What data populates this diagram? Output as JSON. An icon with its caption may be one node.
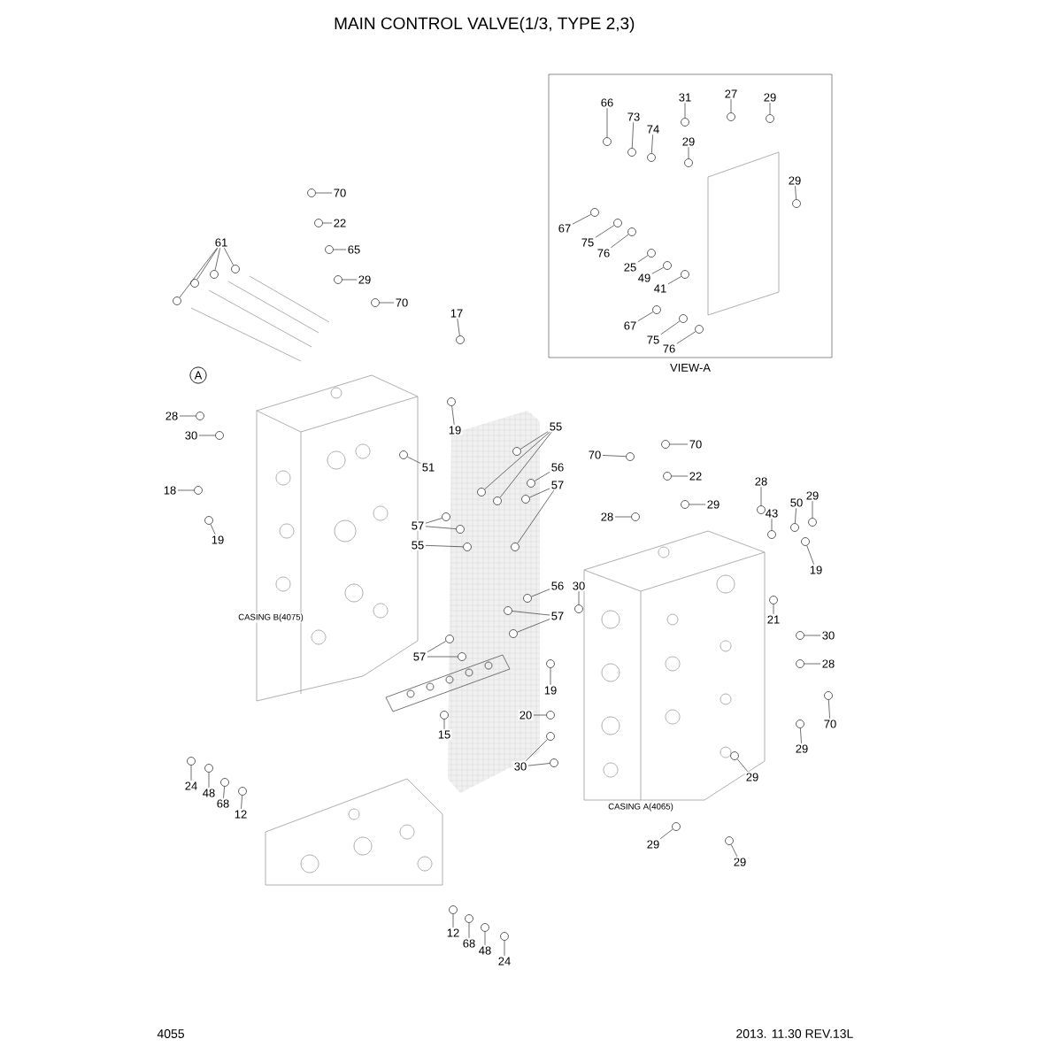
{
  "diagram": {
    "title": "MAIN CONTROL VALVE(1/3, TYPE 2,3)",
    "nodes": [
      {
        "text": [
          "VIEW-A"
        ]
      },
      {
        "text": [
          "66"
        ],
        "in": 0
      },
      {
        "text": [
          "73"
        ],
        "in": 0
      },
      {
        "text": [
          "74"
        ],
        "in": 0
      },
      {
        "text": [
          "31"
        ],
        "in": 0
      },
      {
        "text": [
          "27"
        ],
        "in": 0
      },
      {
        "text": [
          "29"
        ],
        "in": 0
      },
      {
        "text": [
          "29"
        ],
        "in": 0
      },
      {
        "text": [
          "29"
        ],
        "in": 0
      },
      {
        "text": [
          "67"
        ],
        "in": 0
      },
      {
        "text": [
          "75"
        ],
        "in": 0
      },
      {
        "text": [
          "76"
        ],
        "in": 0
      },
      {
        "text": [
          "25"
        ],
        "in": 0
      },
      {
        "text": [
          "49"
        ],
        "in": 0
      },
      {
        "text": [
          "41"
        ],
        "in": 0
      },
      {
        "text": [
          "67"
        ],
        "in": 0
      },
      {
        "text": [
          "75"
        ],
        "in": 0
      },
      {
        "text": [
          "76"
        ],
        "in": 0
      },
      {
        "text": [
          "70"
        ]
      },
      {
        "text": [
          "22"
        ]
      },
      {
        "text": [
          "65"
        ]
      },
      {
        "text": [
          "29"
        ]
      },
      {
        "text": [
          "61"
        ]
      },
      {
        "text": [
          "70"
        ]
      },
      {
        "text": [
          "17"
        ]
      },
      {
        "text": [
          "A"
        ]
      },
      {
        "text": [
          "28"
        ]
      },
      {
        "text": [
          "30"
        ]
      },
      {
        "text": [
          "19"
        ]
      },
      {
        "text": [
          "51"
        ]
      },
      {
        "text": [
          "18"
        ]
      },
      {
        "text": [
          "19"
        ]
      },
      {
        "text": [
          "55"
        ]
      },
      {
        "text": [
          "56"
        ]
      },
      {
        "text": [
          "57"
        ]
      },
      {
        "text": [
          "57"
        ]
      },
      {
        "text": [
          "55"
        ]
      },
      {
        "text": [
          "56"
        ]
      },
      {
        "text": [
          "57"
        ]
      },
      {
        "text": [
          "57"
        ]
      },
      {
        "text": [
          "15"
        ]
      },
      {
        "text": [
          "70"
        ]
      },
      {
        "text": [
          "70"
        ]
      },
      {
        "text": [
          "22"
        ]
      },
      {
        "text": [
          "28"
        ]
      },
      {
        "text": [
          "29"
        ]
      },
      {
        "text": [
          "28"
        ]
      },
      {
        "text": [
          "43"
        ]
      },
      {
        "text": [
          "50"
        ]
      },
      {
        "text": [
          "29"
        ]
      },
      {
        "text": [
          "19"
        ]
      },
      {
        "text": [
          "30"
        ]
      },
      {
        "text": [
          "21"
        ]
      },
      {
        "text": [
          "30"
        ]
      },
      {
        "text": [
          "28"
        ]
      },
      {
        "text": [
          "19"
        ]
      },
      {
        "text": [
          "20"
        ]
      },
      {
        "text": [
          "70"
        ]
      },
      {
        "text": [
          "29"
        ]
      },
      {
        "text": [
          "30"
        ]
      },
      {
        "text": [
          "29"
        ]
      },
      {
        "text": [
          "29"
        ]
      },
      {
        "text": [
          "29"
        ]
      },
      {
        "text": [
          "24"
        ]
      },
      {
        "text": [
          "48"
        ]
      },
      {
        "text": [
          "68"
        ]
      },
      {
        "text": [
          "12"
        ]
      },
      {
        "text": [
          "12"
        ]
      },
      {
        "text": [
          "68"
        ]
      },
      {
        "text": [
          "48"
        ]
      },
      {
        "text": [
          "24"
        ]
      },
      {
        "text": [],
        "shape": "circle",
        "in": 0
      },
      {
        "text": [],
        "shape": "circle",
        "in": 0
      },
      {
        "text": [],
        "shape": "circle",
        "in": 0
      },
      {
        "text": [],
        "shape": "circle",
        "in": 0
      },
      {
        "text": [],
        "shape": "circle",
        "in": 0
      },
      {
        "text": [],
        "shape": "circle",
        "in": 0
      },
      {
        "text": [],
        "shape": "circle",
        "in": 0
      },
      {
        "text": [],
        "shape": "circle",
        "in": 0
      },
      {
        "text": [],
        "shape": "circle",
        "in": 0
      },
      {
        "text": [],
        "shape": "circle",
        "in": 0
      },
      {
        "text": [],
        "shape": "circle",
        "in": 0
      },
      {
        "text": [],
        "shape": "circle",
        "in": 0
      },
      {
        "text": [],
        "shape": "circle",
        "in": 0
      },
      {
        "text": [],
        "shape": "circle",
        "in": 0
      },
      {
        "text": [],
        "shape": "circle",
        "in": 0
      },
      {
        "text": [],
        "shape": "circle",
        "in": 0
      },
      {
        "text": [],
        "shape": "circle",
        "in": 0
      },
      {
        "text": [],
        "shape": "circle"
      },
      {
        "text": [],
        "shape": "circle"
      },
      {
        "text": [],
        "shape": "circle"
      },
      {
        "text": [],
        "shape": "circle"
      },
      {
        "text": [],
        "shape": "circle"
      },
      {
        "text": [],
        "shape": "circle"
      },
      {
        "text": [],
        "shape": "circle"
      },
      {
        "text": [],
        "shape": "circle"
      },
      {
        "text": [],
        "shape": "circle"
      },
      {
        "text": [],
        "shape": "circle"
      },
      {
        "text": [],
        "shape": "circle"
      },
      {
        "text": [],
        "shape": "circle"
      },
      {
        "text": [],
        "shape": "circle"
      },
      {
        "text": [],
        "shape": "circle"
      },
      {
        "text": [],
        "shape": "circle"
      },
      {
        "text": [],
        "shape": "circle"
      },
      {
        "text": [],
        "shape": "circle"
      },
      {
        "text": [],
        "shape": "circle"
      },
      {
        "text": [],
        "shape": "circle"
      },
      {
        "text": [],
        "shape": "circle"
      },
      {
        "text": [],
        "shape": "circle"
      },
      {
        "text": [],
        "shape": "circle"
      },
      {
        "text": [],
        "shape": "circle"
      },
      {
        "text": [],
        "shape": "circle"
      },
      {
        "text": [],
        "shape": "circle"
      },
      {
        "text": [],
        "shape": "circle"
      },
      {
        "text": [],
        "shape": "circle"
      },
      {
        "text": [],
        "shape": "circle"
      },
      {
        "text": [],
        "shape": "circle"
      },
      {
        "text": [],
        "shape": "circle"
      },
      {
        "text": [],
        "shape": "circle"
      },
      {
        "text": [],
        "shape": "circle"
      },
      {
        "text": [],
        "shape": "circle"
      },
      {
        "text": [],
        "shape": "circle"
      },
      {
        "text": [],
        "shape": "circle"
      },
      {
        "text": [],
        "shape": "circle"
      },
      {
        "text": [],
        "shape": "circle"
      },
      {
        "text": [],
        "shape": "circle"
      },
      {
        "text": [],
        "shape": "circle"
      },
      {
        "text": [],
        "shape": "circle"
      },
      {
        "text": [],
        "shape": "circle"
      },
      {
        "text": [],
        "shape": "circle"
      },
      {
        "text": [],
        "shape": "circle"
      },
      {
        "text": [],
        "shape": "circle"
      },
      {
        "text": [],
        "shape": "circle"
      },
      {
        "text": [],
        "shape": "circle"
      },
      {
        "text": [],
        "shape": "circle"
      },
      {
        "text": [],
        "shape": "circle"
      },
      {
        "text": [],
        "shape": "circle"
      },
      {
        "text": [],
        "shape": "circle"
      },
      {
        "text": [],
        "shape": "circle"
      },
      {
        "text": [],
        "shape": "circle"
      },
      {
        "text": [],
        "shape": "circle"
      },
      {
        "text": [],
        "shape": "circle"
      },
      {
        "text": [],
        "shape": "circle"
      },
      {
        "text": [],
        "shape": "circle"
      },
      {
        "text": [],
        "shape": "circle"
      },
      {
        "text": [],
        "shape": "circle"
      },
      {
        "text": [],
        "shape": "circle"
      },
      {
        "text": [],
        "shape": "circle"
      },
      {
        "text": [],
        "shape": "circle"
      },
      {
        "text": [],
        "shape": "circle"
      }
    ],
    "edges": [
      {
        "from": 1,
        "to": 71,
        "arrow": "none"
      },
      {
        "from": 2,
        "to": 72,
        "arrow": "none"
      },
      {
        "from": 3,
        "to": 73,
        "arrow": "none"
      },
      {
        "from": 4,
        "to": 74,
        "arrow": "none"
      },
      {
        "from": 5,
        "to": 75,
        "arrow": "none"
      },
      {
        "from": 6,
        "to": 76,
        "arrow": "none"
      },
      {
        "from": 7,
        "to": 77,
        "arrow": "none"
      },
      {
        "from": 8,
        "to": 78,
        "arrow": "none"
      },
      {
        "from": 9,
        "to": 79,
        "arrow": "none"
      },
      {
        "from": 10,
        "to": 80,
        "arrow": "none"
      },
      {
        "from": 11,
        "to": 81,
        "arrow": "none"
      },
      {
        "from": 12,
        "to": 82,
        "arrow": "none"
      },
      {
        "from": 13,
        "to": 83,
        "arrow": "none"
      },
      {
        "from": 14,
        "to": 84,
        "arrow": "none"
      },
      {
        "from": 15,
        "to": 85,
        "arrow": "none"
      },
      {
        "from": 16,
        "to": 86,
        "arrow": "none"
      },
      {
        "from": 17,
        "to": 87,
        "arrow": "none"
      },
      {
        "from": 18,
        "to": 88,
        "arrow": "none"
      },
      {
        "from": 19,
        "to": 89,
        "arrow": "none"
      },
      {
        "from": 20,
        "to": 90,
        "arrow": "none"
      },
      {
        "from": 21,
        "to": 91,
        "arrow": "none"
      },
      {
        "from": 22,
        "to": 92,
        "arrow": "none"
      },
      {
        "from": 22,
        "to": 93,
        "arrow": "none"
      },
      {
        "from": 22,
        "to": 94,
        "arrow": "none"
      },
      {
        "from": 22,
        "to": 95,
        "arrow": "none"
      },
      {
        "from": 23,
        "to": 96,
        "arrow": "none"
      },
      {
        "from": 24,
        "to": 97,
        "arrow": "none"
      },
      {
        "from": 26,
        "to": 98,
        "arrow": "none"
      },
      {
        "from": 27,
        "to": 99,
        "arrow": "none"
      },
      {
        "from": 28,
        "to": 100,
        "arrow": "none"
      },
      {
        "from": 29,
        "to": 101,
        "arrow": "none"
      },
      {
        "from": 30,
        "to": 102,
        "arrow": "none"
      },
      {
        "from": 31,
        "to": 103,
        "arrow": "none"
      },
      {
        "from": 32,
        "to": 104,
        "arrow": "none"
      },
      {
        "from": 32,
        "to": 105,
        "arrow": "none"
      },
      {
        "from": 32,
        "to": 106,
        "arrow": "none"
      },
      {
        "from": 33,
        "to": 107,
        "arrow": "none"
      },
      {
        "from": 34,
        "to": 108,
        "arrow": "none"
      },
      {
        "from": 34,
        "to": 109,
        "arrow": "none"
      },
      {
        "from": 35,
        "to": 110,
        "arrow": "none"
      },
      {
        "from": 35,
        "to": 111,
        "arrow": "none"
      },
      {
        "from": 36,
        "to": 112,
        "arrow": "none"
      },
      {
        "from": 37,
        "to": 113,
        "arrow": "none"
      },
      {
        "from": 38,
        "to": 114,
        "arrow": "none"
      },
      {
        "from": 38,
        "to": 115,
        "arrow": "none"
      },
      {
        "from": 39,
        "to": 116,
        "arrow": "none"
      },
      {
        "from": 39,
        "to": 117,
        "arrow": "none"
      },
      {
        "from": 40,
        "to": 118,
        "arrow": "none"
      },
      {
        "from": 41,
        "to": 119,
        "arrow": "none"
      },
      {
        "from": 42,
        "to": 120,
        "arrow": "none"
      },
      {
        "from": 43,
        "to": 121,
        "arrow": "none"
      },
      {
        "from": 44,
        "to": 122,
        "arrow": "none"
      },
      {
        "from": 45,
        "to": 123,
        "arrow": "none"
      },
      {
        "from": 46,
        "to": 124,
        "arrow": "none"
      },
      {
        "from": 47,
        "to": 125,
        "arrow": "none"
      },
      {
        "from": 48,
        "to": 126,
        "arrow": "none"
      },
      {
        "from": 49,
        "to": 127,
        "arrow": "none"
      },
      {
        "from": 50,
        "to": 128,
        "arrow": "none"
      },
      {
        "from": 51,
        "to": 129,
        "arrow": "none"
      },
      {
        "from": 52,
        "to": 130,
        "arrow": "none"
      },
      {
        "from": 53,
        "to": 131,
        "arrow": "none"
      },
      {
        "from": 54,
        "to": 132,
        "arrow": "none"
      },
      {
        "from": 55,
        "to": 133,
        "arrow": "none"
      },
      {
        "from": 56,
        "to": 134,
        "arrow": "none"
      },
      {
        "from": 57,
        "to": 135,
        "arrow": "none"
      },
      {
        "from": 58,
        "to": 136,
        "arrow": "none"
      },
      {
        "from": 59,
        "to": 137,
        "arrow": "none"
      },
      {
        "from": 59,
        "to": 138,
        "arrow": "none"
      },
      {
        "from": 60,
        "to": 139,
        "arrow": "none"
      },
      {
        "from": 61,
        "to": 140,
        "arrow": "none"
      },
      {
        "from": 62,
        "to": 141,
        "arrow": "none"
      },
      {
        "from": 63,
        "to": 142,
        "arrow": "none"
      },
      {
        "from": 64,
        "to": 143,
        "arrow": "none"
      },
      {
        "from": 65,
        "to": 144,
        "arrow": "none"
      },
      {
        "from": 66,
        "to": 145,
        "arrow": "none"
      },
      {
        "from": 67,
        "to": 146,
        "arrow": "none"
      },
      {
        "from": 68,
        "to": 147,
        "arrow": "none"
      },
      {
        "from": 69,
        "to": 148,
        "arrow": "none"
      },
      {
        "from": 70,
        "to": 149,
        "arrow": "none"
      }
    ],
    "labels": [
      "CASING B(4075)",
      "CASING A(4065)",
      "4055",
      "2013. 11.30  REV.13L"
    ]
  }
}
